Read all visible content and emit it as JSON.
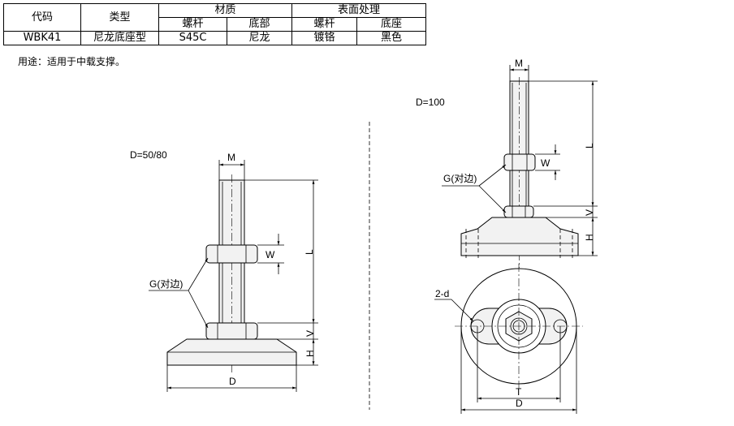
{
  "table": {
    "headers": {
      "code": "代码",
      "type": "类型",
      "material": "材质",
      "surface": "表面处理",
      "screw": "螺杆",
      "base": "底部",
      "screw2": "螺杆",
      "base2": "底座"
    },
    "row": {
      "code": "WBK41",
      "type": "尼龙底座型",
      "screw_material": "S45C",
      "base_material": "尼龙",
      "screw_surface": "镀铬",
      "base_surface": "黑色"
    }
  },
  "usage": "用途：适用于中载支撑。",
  "left_view": {
    "caption": "D=50/80",
    "M": "M",
    "W": "W",
    "L": "L",
    "V": "V",
    "H": "H",
    "D": "D",
    "G": "G(对边)"
  },
  "right_view": {
    "caption": "D=100",
    "M": "M",
    "W": "W",
    "L": "L",
    "V": "V",
    "H": "H",
    "G": "G(对边)",
    "d": "2-d",
    "T": "T",
    "D": "D"
  }
}
